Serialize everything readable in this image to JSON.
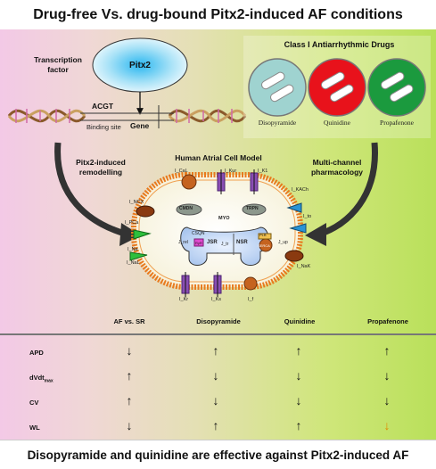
{
  "title": "Drug-free Vs. drug-bound Pitx2-induced AF conditions",
  "footer": "Disopyramide and quinidine are effective against Pitx2-induced AF",
  "transcription": {
    "label": "Transcription factor",
    "pitx2": "Pitx2",
    "acgt": "ACGT",
    "binding_site": "Binding site",
    "gene": "Gene"
  },
  "drugs": {
    "title": "Class I Antiarrhythmic Drugs",
    "items": [
      {
        "name": "Disopyramide",
        "color": "#9fd3d0"
      },
      {
        "name": "Quinidine",
        "color": "#e8121b"
      },
      {
        "name": "Propafenone",
        "color": "#1b9a3e"
      }
    ]
  },
  "remodelling": "Pitx2-induced remodelling",
  "pharmacology": "Multi-channel pharmacology",
  "cell": {
    "title": "Human Atrial Cell Model",
    "cmdn": "CMDN",
    "trpn": "TRPN",
    "myo": "MYO",
    "csqn": "CSQN",
    "jsr": "JSR",
    "nsr": "NSR",
    "plb": "PLB",
    "serca": "SERCA",
    "ryr": "RyR",
    "currents": {
      "ical": "I_CaL",
      "ikur": "I_Kur",
      "ik1": "I_K1",
      "ito": "I_to",
      "incx": "I_NCX",
      "ikach": "I_KACh",
      "ipca": "I_PCa",
      "ina": "I_Na",
      "inal": "I_NaL",
      "inak": "I_NaK",
      "ikr": "I_Kr",
      "iks": "I_Ks",
      "if": "I_f",
      "jrel": "J_rel",
      "jtr": "J_tr",
      "jup": "J_up"
    }
  },
  "table": {
    "columns": [
      "AF vs. SR",
      "Disopyramide",
      "Quinidine",
      "Propafenone"
    ],
    "rows": [
      {
        "label": "APD",
        "values": [
          "↓",
          "↑",
          "↑",
          "↑"
        ],
        "orange": [
          false,
          false,
          false,
          false
        ]
      },
      {
        "label": "dVdt",
        "sub": "max",
        "values": [
          "↑",
          "↓",
          "↓",
          "↓"
        ],
        "orange": [
          false,
          false,
          false,
          false
        ]
      },
      {
        "label": "CV",
        "values": [
          "↑",
          "↓",
          "↓",
          "↓"
        ],
        "orange": [
          false,
          false,
          false,
          false
        ]
      },
      {
        "label": "WL",
        "values": [
          "↓",
          "↑",
          "↑",
          "↓"
        ],
        "orange": [
          false,
          false,
          false,
          true
        ]
      }
    ]
  }
}
